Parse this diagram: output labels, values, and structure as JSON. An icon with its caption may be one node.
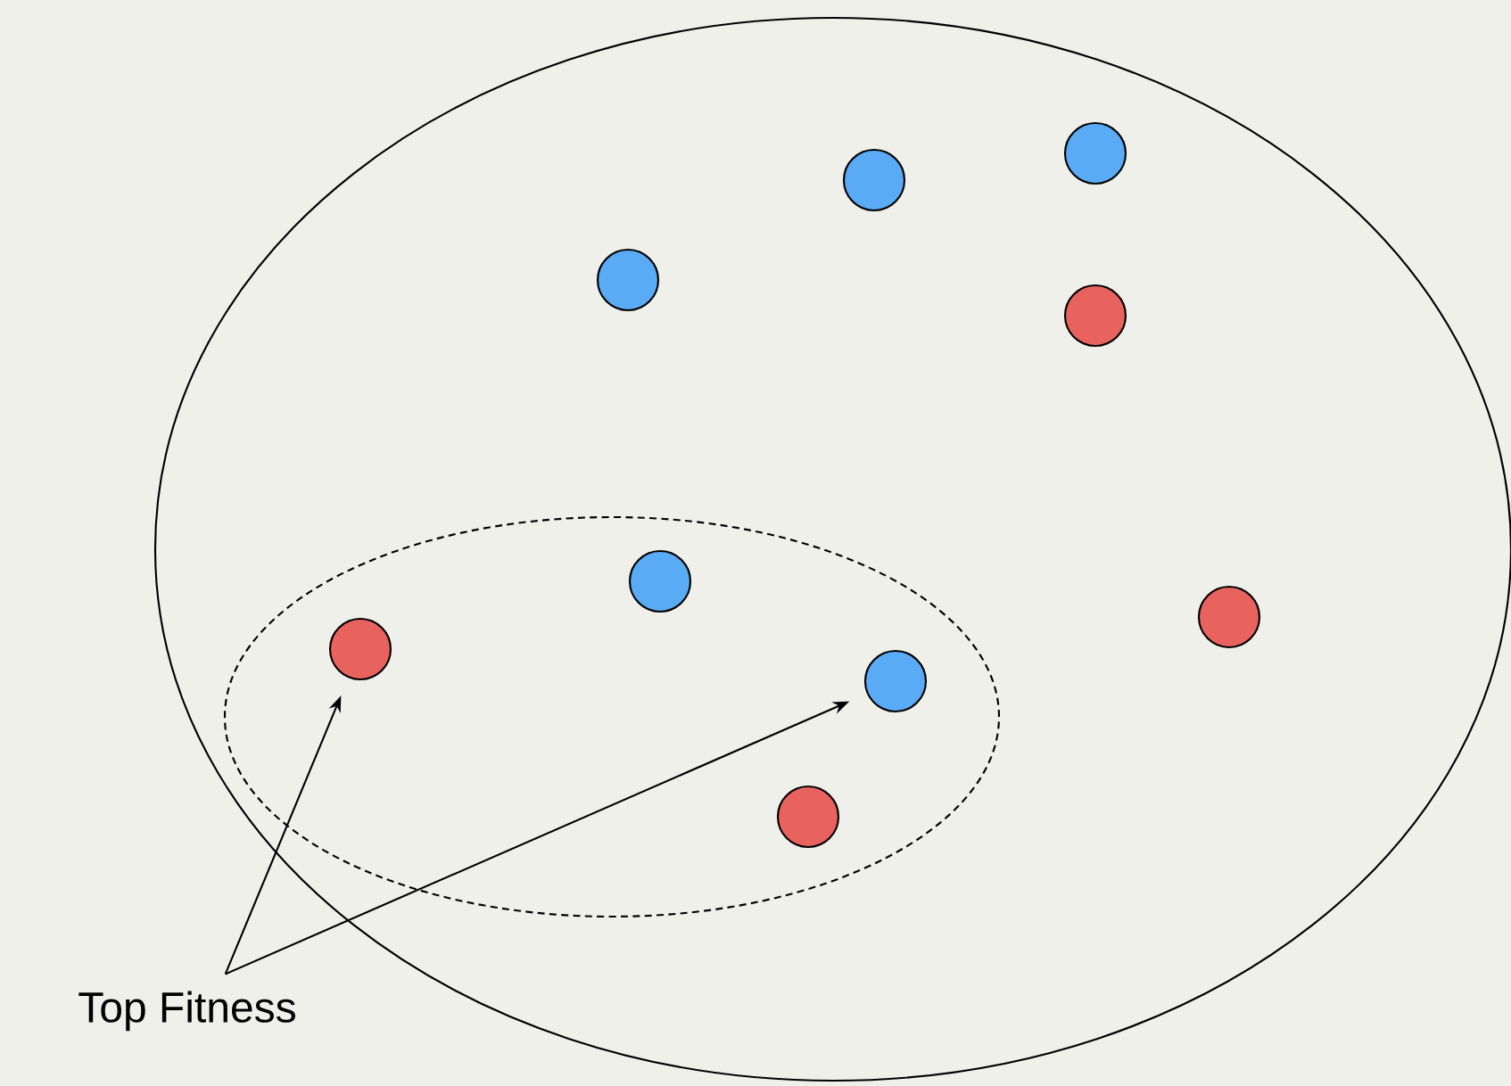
{
  "diagram": {
    "nodes": [
      {
        "text": [],
        "shape": "ellipse"
      },
      {
        "text": [],
        "shape": "circle",
        "in": 0
      },
      {
        "text": [],
        "shape": "circle",
        "in": 0
      },
      {
        "text": [],
        "shape": "circle",
        "in": 0
      },
      {
        "text": [],
        "shape": "circle",
        "in": 0
      },
      {
        "text": [],
        "shape": "ellipse",
        "in": 0
      },
      {
        "text": [],
        "shape": "circle",
        "in": 5
      },
      {
        "text": [],
        "shape": "circle",
        "in": 0
      },
      {
        "text": [],
        "shape": "circle",
        "in": 5
      },
      {
        "text": [],
        "shape": "circle",
        "in": 5
      },
      {
        "text": [],
        "shape": "circle",
        "in": 5
      },
      {
        "text": [
          "Top Fitness"
        ]
      }
    ],
    "edges": [
      {
        "from": 11,
        "to": 8,
        "arrow": "to"
      },
      {
        "from": 11,
        "to": 9,
        "arrow": "to"
      }
    ]
  }
}
